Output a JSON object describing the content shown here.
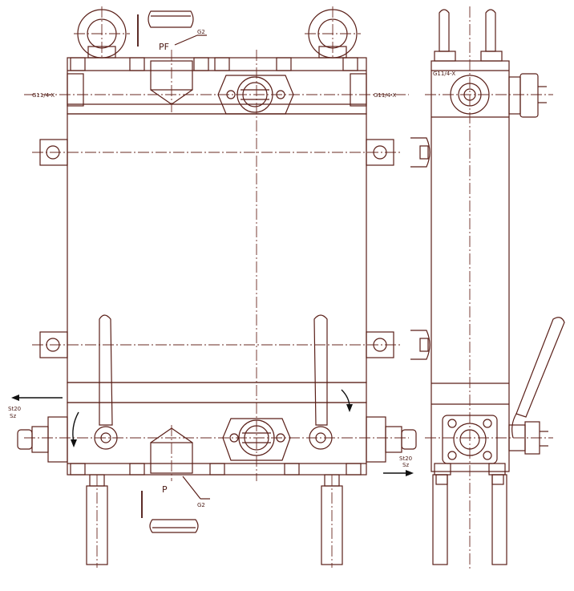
{
  "labels": {
    "pf": "PF",
    "g2_top": "G2",
    "g114_left": "G11/4-X",
    "g114_right": "G11/4-X",
    "g114_side": "G11/4-X",
    "p": "P",
    "g2_bottom": "G2",
    "st20_left": "St20",
    "sz_left": "Sz",
    "st20_right": "St20",
    "sz_right": "Sz"
  },
  "colors": {
    "line": "#5a1f18",
    "arrow": "#111111",
    "background": "#ffffff"
  }
}
